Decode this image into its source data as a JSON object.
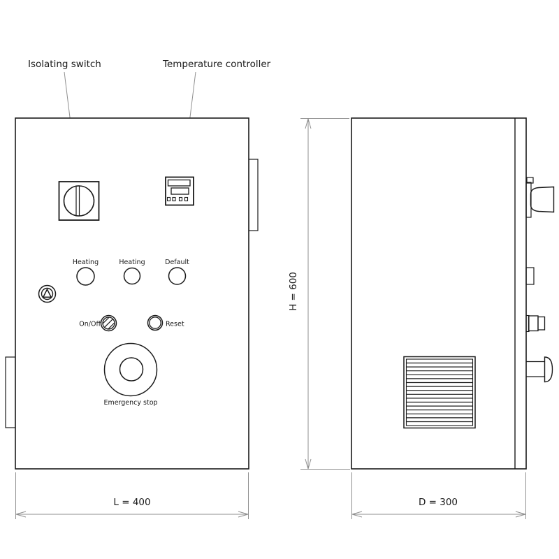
{
  "drawing_type": "control-cabinet-technical-drawing",
  "callouts": {
    "isolating_switch": "Isolating switch",
    "temperature_controller": "Temperature controller"
  },
  "front_view": {
    "lamp_labels": [
      "Heating",
      "Heating",
      "Default"
    ],
    "on_off_label": "On/Off",
    "reset_label": "Reset",
    "emergency_stop_label": "Emergency stop"
  },
  "dimensions": {
    "length": "L = 400",
    "height": "H = 600",
    "depth": "D = 300"
  },
  "components": [
    "isolating-switch-symbol",
    "temperature-controller-symbol",
    "heating-lamp",
    "heating-lamp",
    "default-lamp",
    "buzzer-symbol",
    "on-off-selector",
    "reset-button",
    "emergency-stop-button",
    "vent-grille",
    "mounting-bracket"
  ],
  "colors": {
    "line": "#1a1a1a",
    "dimension_line": "#8f8f8f",
    "background": "#ffffff"
  }
}
